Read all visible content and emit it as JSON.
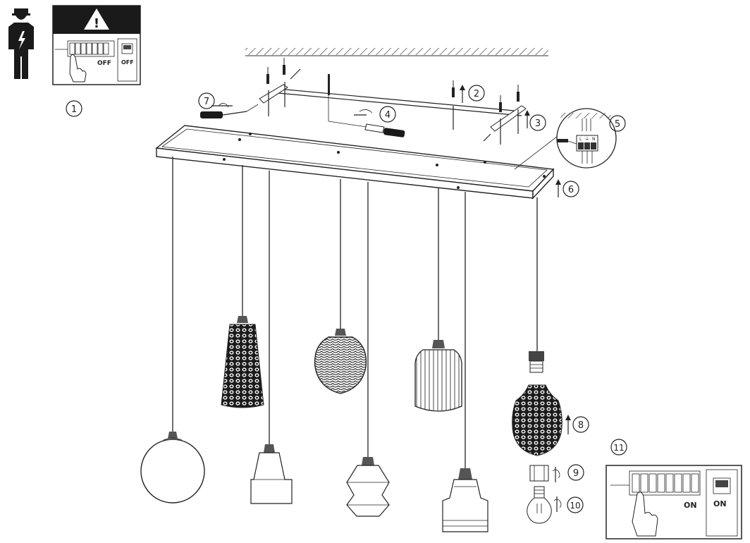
{
  "steps": {
    "s1": "1",
    "s2": "2",
    "s3": "3",
    "s4": "4",
    "s5": "5",
    "s6": "6",
    "s7": "7",
    "s8": "8",
    "s9": "9",
    "s10": "10",
    "s11": "11"
  },
  "panel_off": {
    "switch_label": "OFF",
    "box_label": "OFF"
  },
  "panel_on": {
    "switch_label": "ON",
    "box_label": "ON"
  },
  "terminal": {
    "l": "L",
    "ground": "⏚",
    "n": "N"
  },
  "warning_glyph": "!"
}
